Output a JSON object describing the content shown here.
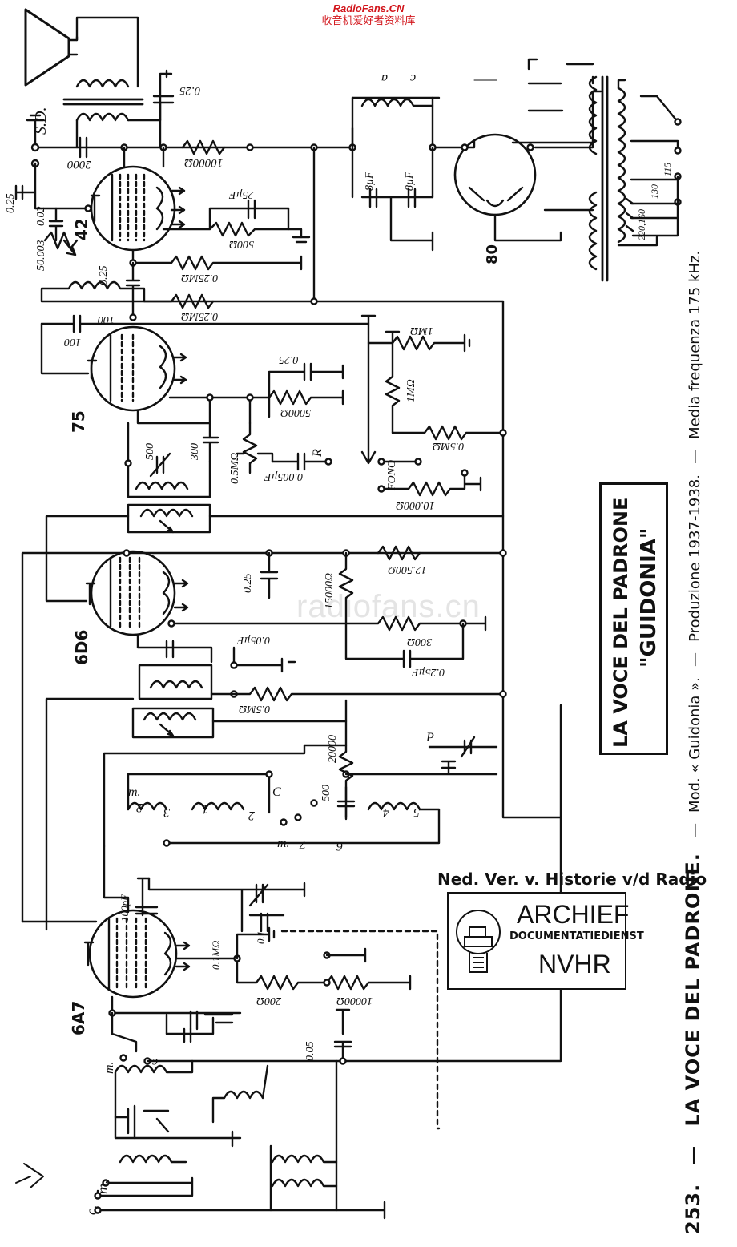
{
  "watermark": {
    "site": "RadioFans.CN",
    "subtitle": "收音机爱好者资料库",
    "background": "radiofans.cn"
  },
  "sidebar": {
    "number": "253.",
    "brand": "LA VOCE DEL PADRONE.",
    "model": "Mod. « Guidonia ».",
    "production": "Produzione 1937-1938.",
    "if_freq": "Media frequenza 175 kHz.",
    "dash1": "—",
    "dash2": "—",
    "dash3": "—",
    "dash4": "—"
  },
  "title_box": {
    "line1": "LA VOCE DEL PADRONE",
    "line2": "\"GUIDONIA\""
  },
  "archive": {
    "caption": "Ned. Ver. v. Historie v/d Radio",
    "line1": "ARCHIEF",
    "line2": "DOCUMENTATIEDIENST",
    "line3": "NVHR"
  },
  "tubes": {
    "t42": "42",
    "t75": "75",
    "t6d6": "6D6",
    "t6a7": "6A7",
    "t80": "80"
  },
  "labels": {
    "sd": "S.D.",
    "c025a": "0.25",
    "c002": "0.02",
    "r50003": "50.003",
    "c2000": "2000",
    "r10000": "10000Ω",
    "c025top": "0.25",
    "c25uf": "25µF",
    "r500": "500Ω",
    "r025ma": "0.25MΩ",
    "c025b": "0.25",
    "c100a": "100",
    "r025mb": "0.25MΩ",
    "c100b": "100",
    "r1m": "1MΩ",
    "c025c": "0.25",
    "r5000": "5000Ω",
    "r1m2": "1MΩ",
    "r05m": "0.5MΩ",
    "c500": "500",
    "c300": "300",
    "pot05": "0.5MΩ",
    "c0005": "0.005µF",
    "r_r": "R",
    "fono": "FONO",
    "r10000b": "10.000Ω",
    "c025d": "0.25",
    "r15000": "15000Ω",
    "r12500": "12.500Ω",
    "r300": "300Ω",
    "c025uf": "0.25µF",
    "c005uf": "0.05µF",
    "r05mb": "0.5MΩ",
    "r20000": "20000",
    "p": "P",
    "m1": "m.",
    "n2": "2",
    "n3": "3",
    "n1": "1",
    "c_": "C",
    "n2b": "2",
    "c500b": "500",
    "m2": "m.",
    "n7": "7",
    "n6": "6",
    "n4": "4",
    "n5": "5",
    "c100pf": "100pF",
    "r01m": "0.1MΩ",
    "c01": "0.1",
    "r200": "200Ω",
    "r10000c": "10000Ω",
    "c005": "0.05",
    "m3": "m.",
    "c3": "c.",
    "c4": "c.",
    "m4": "m.",
    "cap8a": "8µF",
    "cap8b": "8µF",
    "lbl_a": "a",
    "lbl_c": "c",
    "v220": "220,160",
    "v130": "130",
    "v115": "115"
  }
}
